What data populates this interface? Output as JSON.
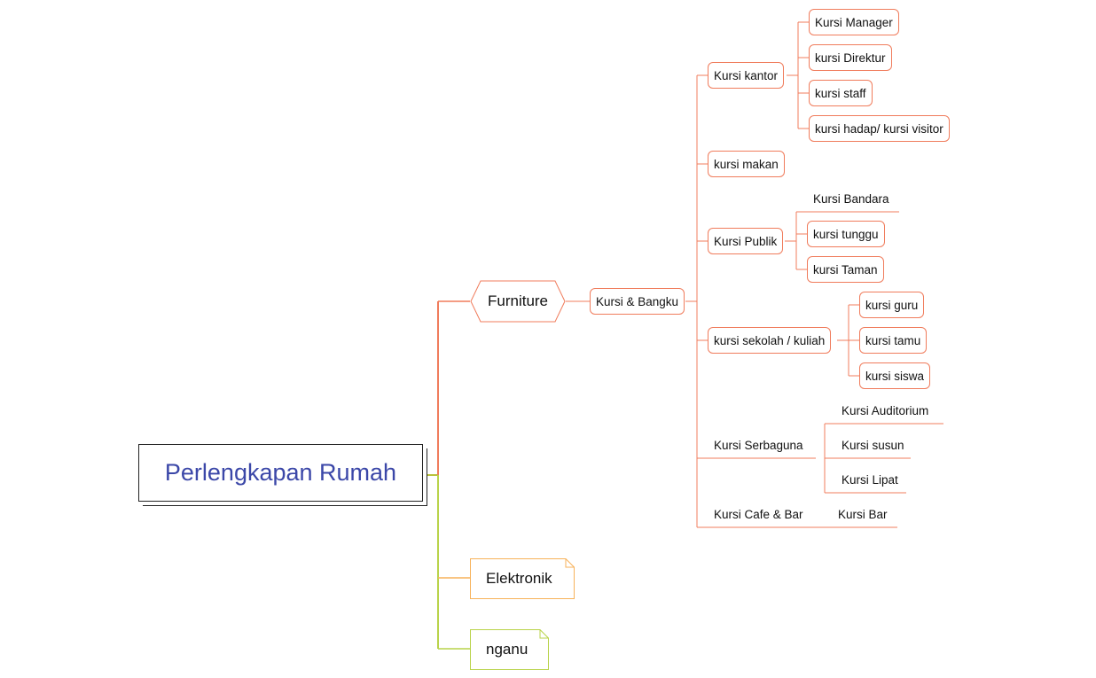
{
  "root": {
    "label": "Perlengkapan Rumah"
  },
  "branches": {
    "furniture": "Furniture",
    "elektronik": "Elektronik",
    "nganu": "nganu"
  },
  "kursi_bangku": "Kursi & Bangku",
  "kursi_kantor": {
    "label": "Kursi kantor",
    "children": [
      "Kursi Manager",
      "kursi Direktur",
      "kursi staff",
      "kursi hadap/ kursi visitor"
    ]
  },
  "kursi_makan": {
    "label": "kursi makan"
  },
  "kursi_publik": {
    "label": "Kursi Publik",
    "children": [
      "Kursi Bandara",
      "kursi tunggu",
      "kursi Taman"
    ]
  },
  "kursi_sekolah": {
    "label": "kursi sekolah / kuliah",
    "children": [
      "kursi guru",
      "kursi tamu",
      "kursi siswa"
    ]
  },
  "kursi_serbaguna": {
    "label": "Kursi Serbaguna",
    "children": [
      "Kursi Auditorium",
      "Kursi susun",
      "Kursi Lipat"
    ]
  },
  "kursi_cafe": {
    "label": "Kursi Cafe & Bar",
    "children": [
      "Kursi Bar"
    ]
  },
  "colors": {
    "root_text": "#3b47a8",
    "furniture_branch": "#f07c5c",
    "elektronik_branch": "#f7b25a",
    "nganu_branch": "#b9d34a"
  }
}
